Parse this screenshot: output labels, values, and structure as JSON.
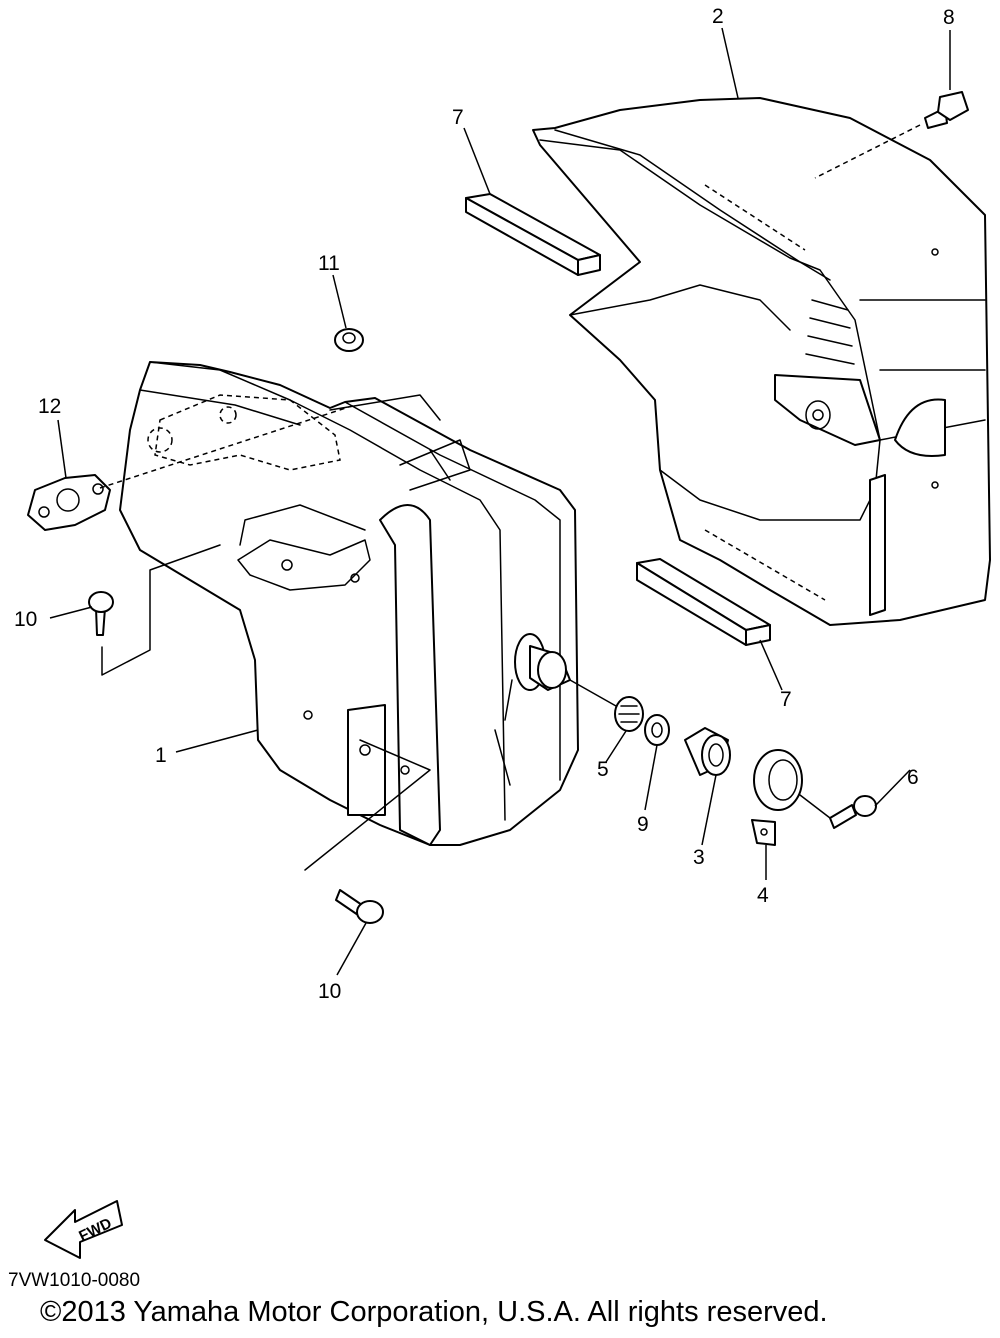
{
  "diagram_code": "7VW1010-0080",
  "copyright": "©2013 Yamaha Motor Corporation, U.S.A. All rights reserved.",
  "fwd_label": "FWD",
  "callouts": {
    "c1": "1",
    "c2": "2",
    "c3": "3",
    "c4": "4",
    "c5": "5",
    "c6": "6",
    "c7a": "7",
    "c7b": "7",
    "c8": "8",
    "c9": "9",
    "c10a": "10",
    "c10b": "10",
    "c11": "11",
    "c12": "12"
  }
}
